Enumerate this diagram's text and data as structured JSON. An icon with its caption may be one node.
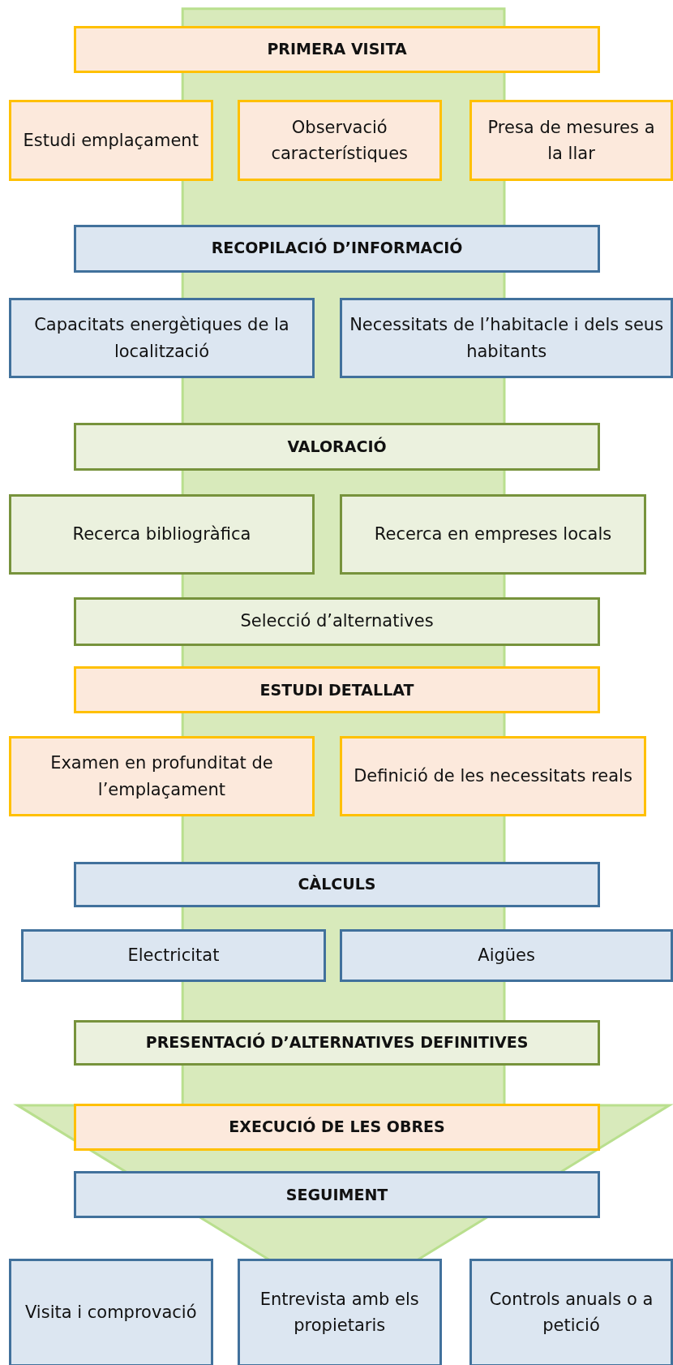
{
  "diagram": {
    "nodes": [
      {
        "text": [
          "PRIMERA VISITA"
        ]
      },
      {
        "text": [
          "Estudi emplaçament"
        ]
      },
      {
        "text": [
          "Observació característiques"
        ]
      },
      {
        "text": [
          "Presa de mesures a la llar"
        ]
      },
      {
        "text": [
          "RECOPILACIÓ D’INFORMACIÓ"
        ]
      },
      {
        "text": [
          "Capacitats energètiques de la localització"
        ]
      },
      {
        "text": [
          "Necessitats de l’habitacle i dels seus habitants"
        ]
      },
      {
        "text": [
          "VALORACIÓ"
        ]
      },
      {
        "text": [
          "Recerca bibliogràfica"
        ]
      },
      {
        "text": [
          "Recerca en empreses locals"
        ]
      },
      {
        "text": [
          "Selecció d’alternatives"
        ]
      },
      {
        "text": [
          "ESTUDI DETALLAT"
        ]
      },
      {
        "text": [
          "Examen en profunditat de l’emplaçament"
        ]
      },
      {
        "text": [
          "Definició de les necessitats reals"
        ]
      },
      {
        "text": [
          "CÀLCULS"
        ]
      },
      {
        "text": [
          "Electricitat"
        ]
      },
      {
        "text": [
          "Aigües"
        ]
      },
      {
        "text": [
          "PRESENTACIÓ D’ALTERNATIVES DEFINITIVES"
        ]
      },
      {
        "text": [
          "EXECUCIÓ DE LES OBRES"
        ]
      },
      {
        "text": [
          "SEGUIMENT"
        ]
      },
      {
        "text": [
          "Visita i comprovació"
        ]
      },
      {
        "text": [
          "Entrevista amb els propietaris"
        ]
      },
      {
        "text": [
          "Controls anuals o a petició"
        ]
      }
    ]
  }
}
